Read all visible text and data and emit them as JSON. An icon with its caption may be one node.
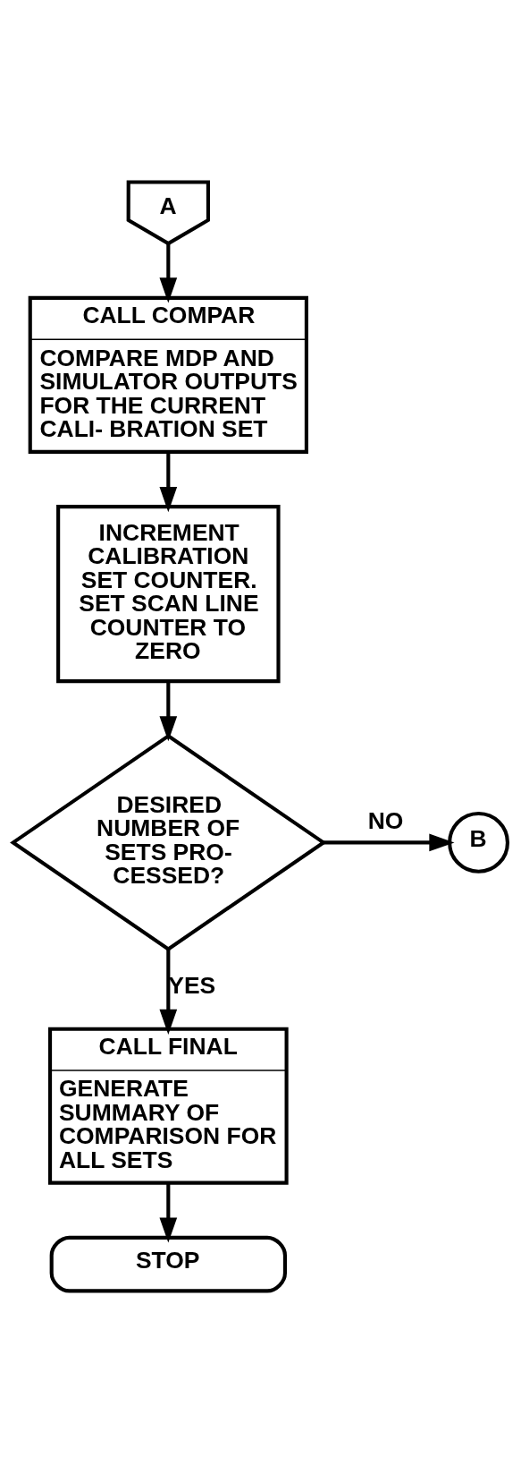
{
  "diagram": {
    "nodes": [
      {
        "text": [
          "A"
        ]
      },
      {
        "text": [
          "CALL COMPAR",
          "COMPARE MDP AND SIMULATOR OUTPUTS FOR THE CURRENT CALI- BRATION SET"
        ]
      },
      {
        "text": [
          "INCREMENT CALIBRATION SET COUNTER. SET SCAN LINE COUNTER TO ZERO"
        ]
      },
      {
        "text": [
          "DESIRED NUMBER OF SETS PRO- CESSED?"
        ]
      },
      {
        "text": [
          "B"
        ]
      },
      {
        "text": [
          "CALL FINAL",
          "GENERATE SUMMARY OF COMPARISON FOR ALL SETS"
        ]
      },
      {
        "text": [
          "STOP"
        ]
      }
    ],
    "edges": [
      {
        "from": 0,
        "to": 1,
        "arrow": "to"
      },
      {
        "from": 1,
        "to": 2,
        "arrow": "to"
      },
      {
        "from": 2,
        "to": 3,
        "arrow": "to"
      },
      {
        "from": 3,
        "to": 4,
        "arrow": "to",
        "label": "NO"
      },
      {
        "from": 3,
        "to": 5,
        "arrow": "to",
        "label": "YES"
      },
      {
        "from": 5,
        "to": 6,
        "arrow": "to"
      }
    ]
  }
}
